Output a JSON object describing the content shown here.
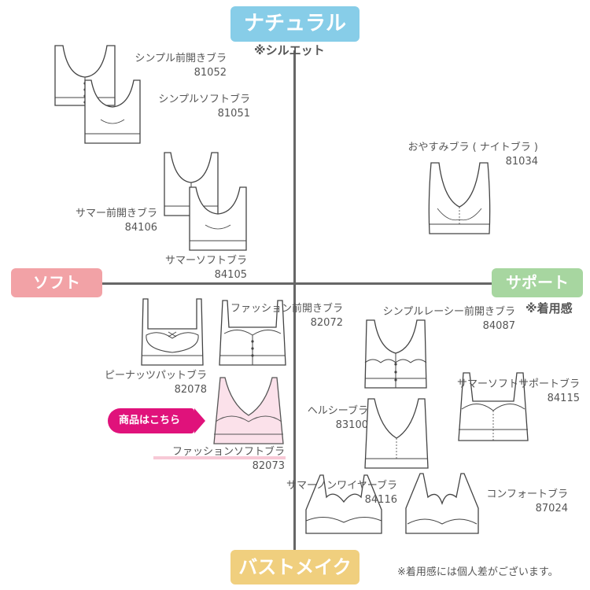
{
  "axes": {
    "top": {
      "label": "ナチュラル",
      "note": "※シルエット",
      "color": "#87cde8"
    },
    "left": {
      "label": "ソフト",
      "color": "#f2a2a6"
    },
    "right": {
      "label": "サポート",
      "note": "※着用感",
      "color": "#a7d6a0"
    },
    "bottom": {
      "label": "バストメイク",
      "color": "#f0cf7e"
    }
  },
  "products": [
    {
      "name": "シンプル前開きブラ",
      "code": "81052",
      "icon": "front-open-bra-icon"
    },
    {
      "name": "シンプルソフトブラ",
      "code": "81051",
      "icon": "soft-bra-icon"
    },
    {
      "name": "おやすみブラ ( ナイトブラ )",
      "code": "81034",
      "icon": "night-bra-icon"
    },
    {
      "name": "サマー前開きブラ",
      "code": "84106",
      "icon": "front-open-bra-icon"
    },
    {
      "name": "サマーソフトブラ",
      "code": "84105",
      "icon": "soft-bra-icon"
    },
    {
      "name": "ファッション前開きブラ",
      "code": "82072",
      "icon": "front-open-bra-icon"
    },
    {
      "name": "シンプルレーシー前開きブラ",
      "code": "84087",
      "icon": "lacy-front-open-bra-icon"
    },
    {
      "name": "ピーナッツパットブラ",
      "code": "82078",
      "icon": "padded-bra-icon"
    },
    {
      "name": "サマーソフトサポートブラ",
      "code": "84115",
      "icon": "support-bra-icon"
    },
    {
      "name": "ヘルシーブラ",
      "code": "83100",
      "icon": "healthy-bra-icon"
    },
    {
      "name": "ファッションソフトブラ",
      "code": "82073",
      "icon": "soft-bra-icon"
    },
    {
      "name": "サマーノンワイヤーブラ",
      "code": "84116",
      "icon": "non-wire-bra-icon"
    },
    {
      "name": "コンフォートブラ",
      "code": "87024",
      "icon": "comfort-bra-icon"
    }
  ],
  "highlight": {
    "badge": "商品はこちら",
    "color": "#e0127b",
    "fill": "#fbe1ea"
  },
  "footnote": "※着用感には個人差がございます。"
}
